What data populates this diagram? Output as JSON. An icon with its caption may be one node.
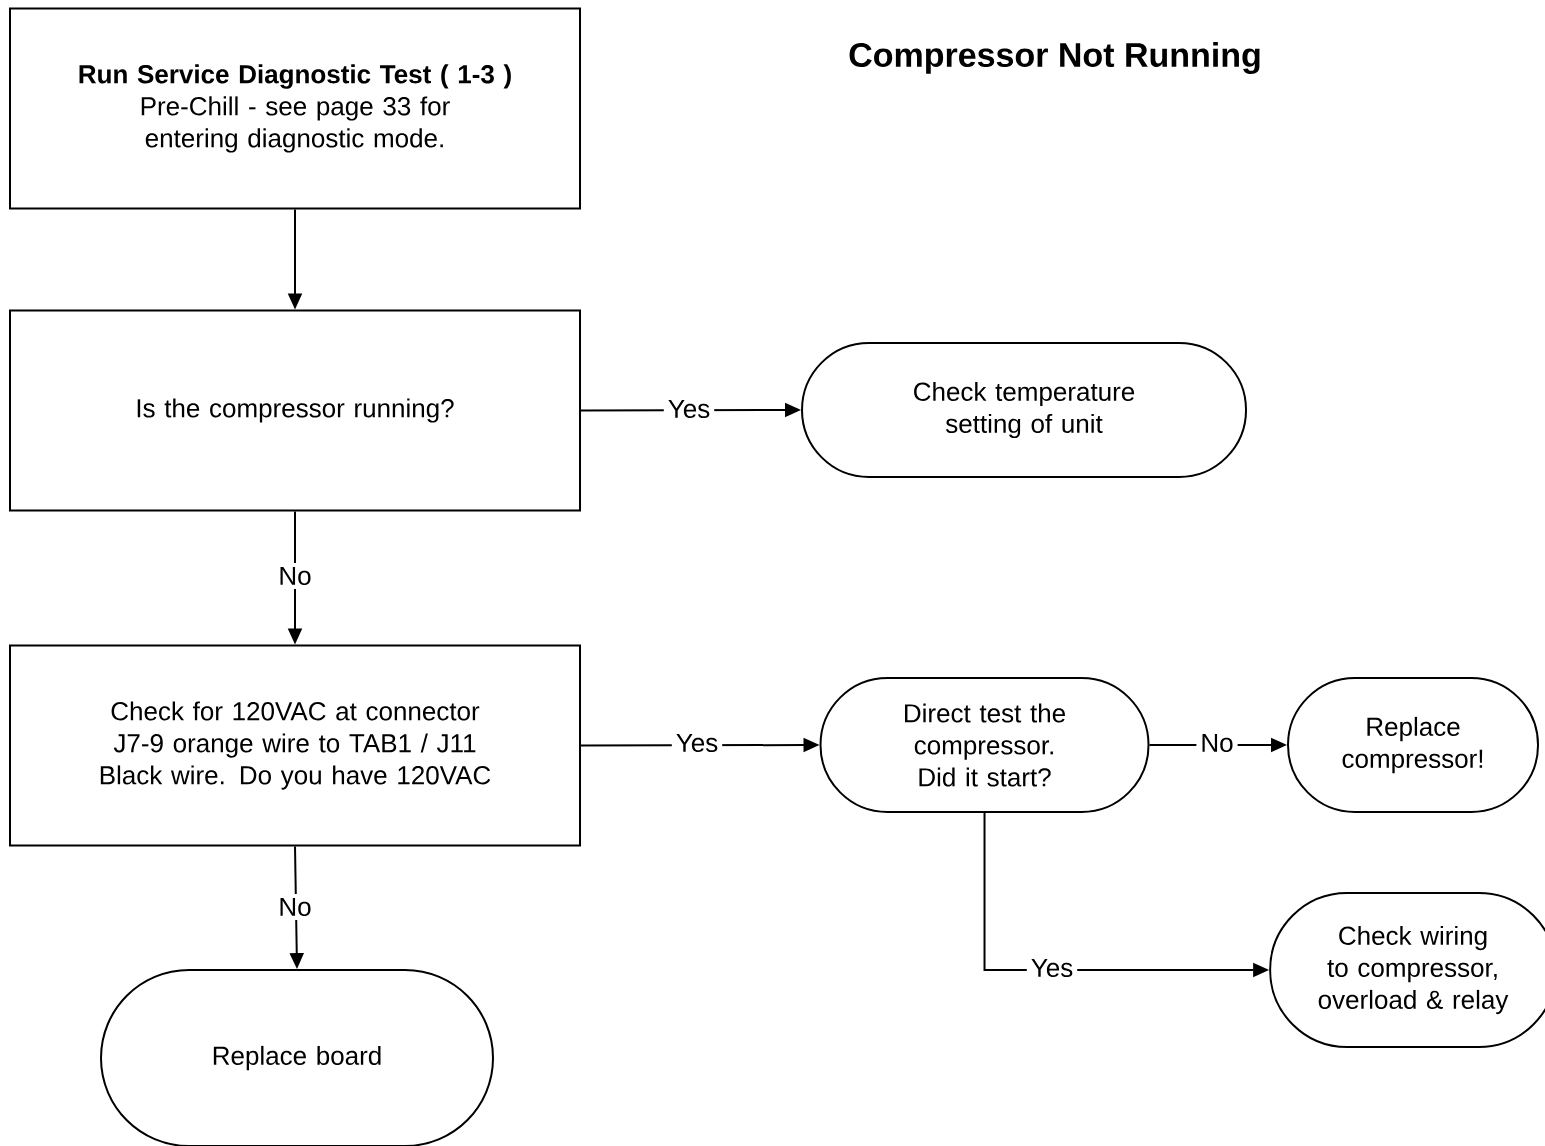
{
  "diagram": {
    "title": "Compressor Not Running",
    "nodes": [
      {
        "text": [
          "Run Service Diagnostic Test ( 1-3 )",
          "Pre-Chill - see page 33 for entering diagnostic mode."
        ]
      },
      {
        "text": [
          "Is the compressor running?"
        ]
      },
      {
        "text": [
          "Check temperature setting of unit"
        ]
      },
      {
        "text": [
          "Check for 120VAC at connector J7-9 orange wire to TAB1 / J11 Black wire. Do you have 120VAC"
        ]
      },
      {
        "text": [
          "Direct test the compressor. Did it start?"
        ]
      },
      {
        "text": [
          "Replace compressor!"
        ]
      },
      {
        "text": [
          "Check wiring to compressor, overload & relay"
        ]
      },
      {
        "text": [
          "Replace board"
        ]
      }
    ],
    "edges": [
      {
        "from": 0,
        "to": 1,
        "arrow": "to"
      },
      {
        "from": 1,
        "to": 2,
        "arrow": "to",
        "label": "Yes"
      },
      {
        "from": 1,
        "to": 3,
        "arrow": "to",
        "label": "No"
      },
      {
        "from": 3,
        "to": 4,
        "arrow": "to",
        "label": "Yes"
      },
      {
        "from": 4,
        "to": 5,
        "arrow": "to",
        "label": "No"
      },
      {
        "from": 4,
        "to": 6,
        "arrow": "to",
        "label": "Yes"
      },
      {
        "from": 3,
        "to": 7,
        "arrow": "to",
        "label": "No"
      }
    ]
  }
}
